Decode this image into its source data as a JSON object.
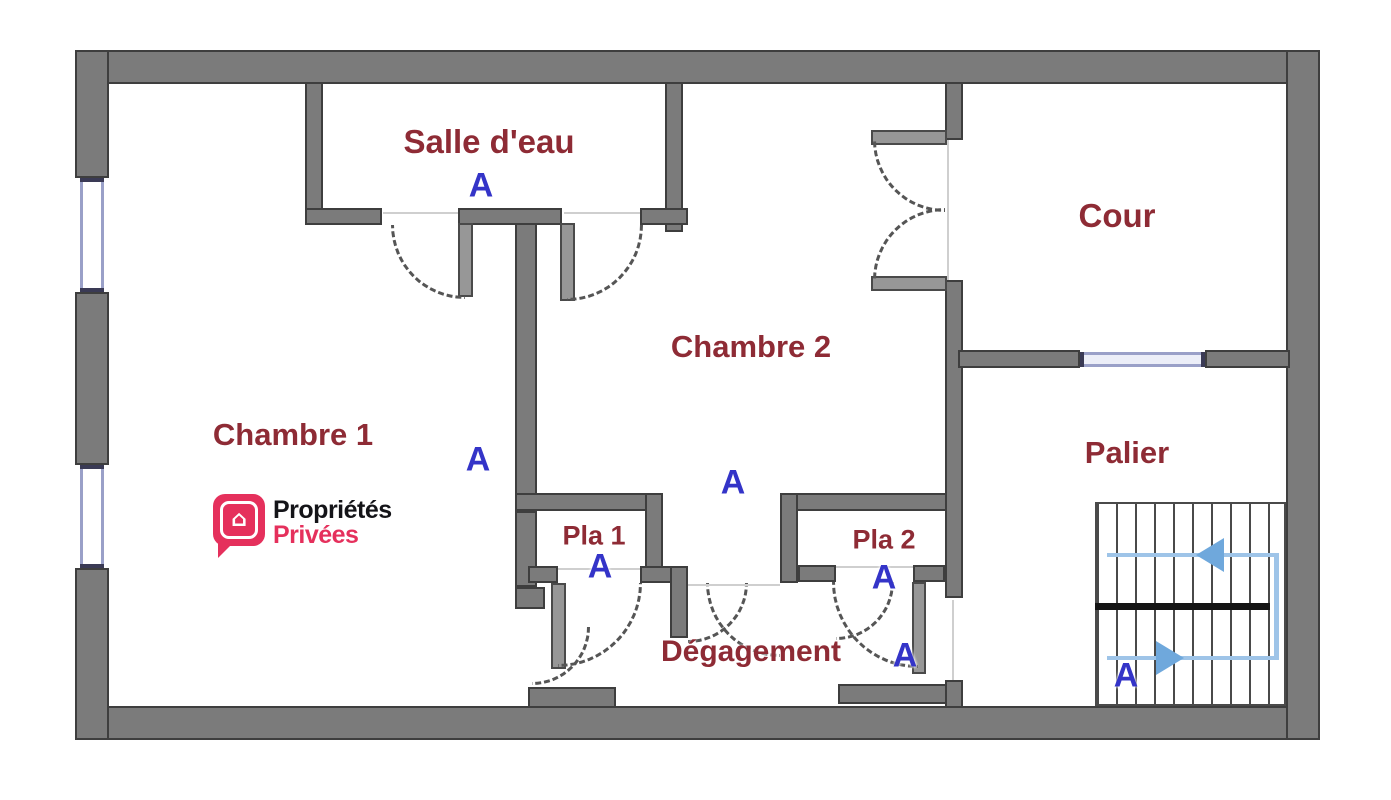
{
  "document": {
    "type": "floor-plan"
  },
  "rooms": {
    "salle_deau": {
      "label": "Salle d'eau",
      "marker": "A"
    },
    "chambre1": {
      "label": "Chambre 1",
      "marker": "A"
    },
    "chambre2": {
      "label": "Chambre 2",
      "marker": "A"
    },
    "cour": {
      "label": "Cour"
    },
    "palier": {
      "label": "Palier",
      "marker": "A"
    },
    "pla1": {
      "label": "Pla 1",
      "marker": "A"
    },
    "pla2": {
      "label": "Pla 2",
      "marker": "A"
    },
    "degagement": {
      "label": "Dégagement",
      "marker": "A"
    }
  },
  "logo": {
    "line1": "Propriétés",
    "line2": "Privées",
    "icon": "house-in-speech-bubble"
  },
  "colors": {
    "room_label": "#8e2b35",
    "marker": "#3434c8",
    "wall": "#7b7b7b",
    "wall_outline": "#3e3e3e",
    "logo_pink": "#e5305c",
    "stair_arrow": "#6fa8dc",
    "window": "#9aa0c8"
  }
}
